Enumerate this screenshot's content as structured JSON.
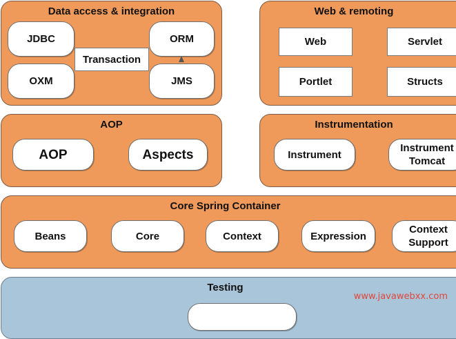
{
  "data_access": {
    "title": "Data access & integration",
    "jdbc": "JDBC",
    "orm": "ORM",
    "transaction": "Transaction",
    "oxm": "OXM",
    "jms": "JMS"
  },
  "web": {
    "title": "Web & remoting",
    "web": "Web",
    "servlet": "Servlet",
    "portlet": "Portlet",
    "struts": "Structs"
  },
  "aop": {
    "title": "AOP",
    "aop": "AOP",
    "aspects": "Aspects"
  },
  "instrumentation": {
    "title": "Instrumentation",
    "instrument": "Instrument",
    "instrument_tomcat_line1": "Instrument",
    "instrument_tomcat_line2": "Tomcat"
  },
  "core": {
    "title": "Core Spring Container",
    "beans": "Beans",
    "core": "Core",
    "context": "Context",
    "expression": "Expression",
    "context_support_line1": "Context",
    "context_support_line2": "Support"
  },
  "testing": {
    "title": "Testing"
  },
  "watermark": "www.javawebxx.com",
  "colors": {
    "module_fill": "#ef9a5a",
    "testing_fill": "#a9c5da",
    "watermark": "#e0463a"
  }
}
